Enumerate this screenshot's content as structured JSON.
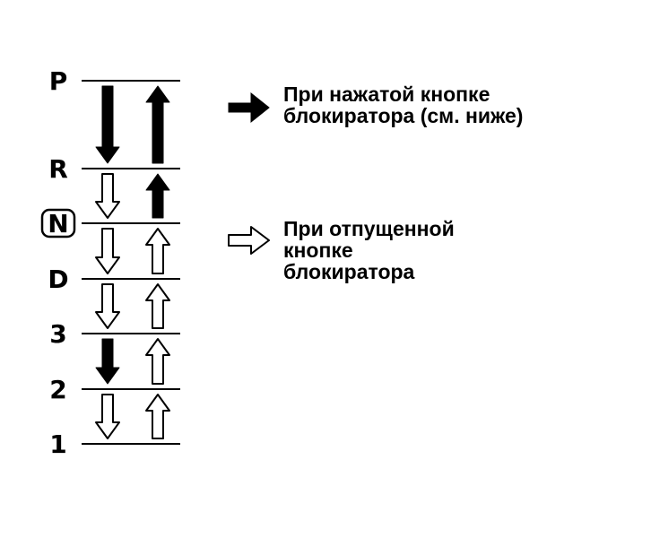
{
  "gear_positions": [
    {
      "label": "P",
      "boxed": false
    },
    {
      "label": "R",
      "boxed": false
    },
    {
      "label": "N",
      "boxed": true
    },
    {
      "label": "D",
      "boxed": false
    },
    {
      "label": "3",
      "boxed": false
    },
    {
      "label": "2",
      "boxed": false
    },
    {
      "label": "1",
      "boxed": false
    }
  ],
  "transitions": [
    {
      "from": "P",
      "to": "R",
      "down": "solid",
      "up": "solid"
    },
    {
      "from": "R",
      "to": "N",
      "down": "hollow",
      "up": "solid"
    },
    {
      "from": "N",
      "to": "D",
      "down": "hollow",
      "up": "hollow"
    },
    {
      "from": "D",
      "to": "3",
      "down": "hollow",
      "up": "hollow"
    },
    {
      "from": "3",
      "to": "2",
      "down": "solid",
      "up": "hollow"
    },
    {
      "from": "2",
      "to": "1",
      "down": "hollow",
      "up": "hollow"
    }
  ],
  "legend": {
    "solid": {
      "lines": [
        "При нажатой кнопке",
        "блокиратора (см. ниже)"
      ]
    },
    "hollow": {
      "lines": [
        "При отпущенной",
        "кнопке",
        "блокиратора"
      ]
    }
  },
  "colors": {
    "ink": "#000000",
    "background": "#ffffff"
  }
}
